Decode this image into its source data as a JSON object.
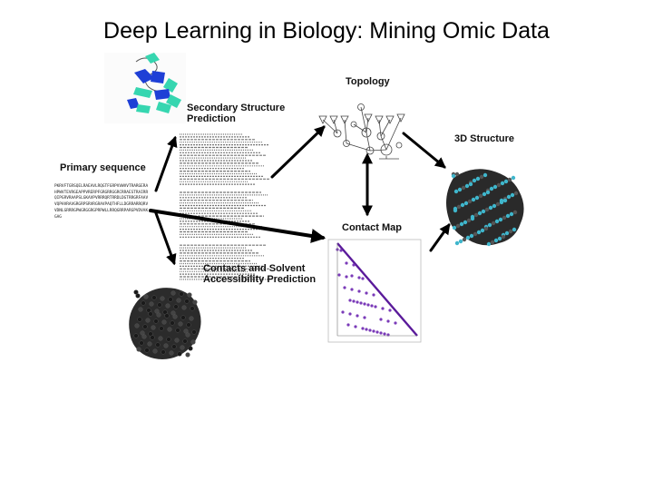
{
  "title": "Deep Learning in Biology: Mining Omic Data",
  "nodes": {
    "secondary": "Secondary Structure Prediction",
    "topology": "Topology",
    "structure3d": "3D Structure",
    "primary": "Primary sequence",
    "contactmap": "Contact Map",
    "contacts": "Contacts and Solvent Accessibility Prediction"
  },
  "sequence": "PKRVFTGRSQELRAEAVLRQGTFGRPVVWVVTRARGERAHPWVTEVRGEAPPVRERPFGRGRRGGRCRRAESTRAIRRQIPGRVRAAPSLGKAVPVRRRQRTRRDLDGTRRGRFAAVVQPHVRAVGRGRPSRVRGRAVPAQTHFLLDGRRARRQRVVDNLGRRRGPWGRGGRGPRPWLLRRQGRRPARGPVDVAKGAG",
  "colors": {
    "arrow": "#000000",
    "helix": "#1e3fd6",
    "strand": "#36d6b0",
    "contact": "#5a1a9a",
    "contact_dot": "#7a3ab8",
    "surface": "#2a2a2a",
    "surface_highlight": "#3fb6cc"
  }
}
